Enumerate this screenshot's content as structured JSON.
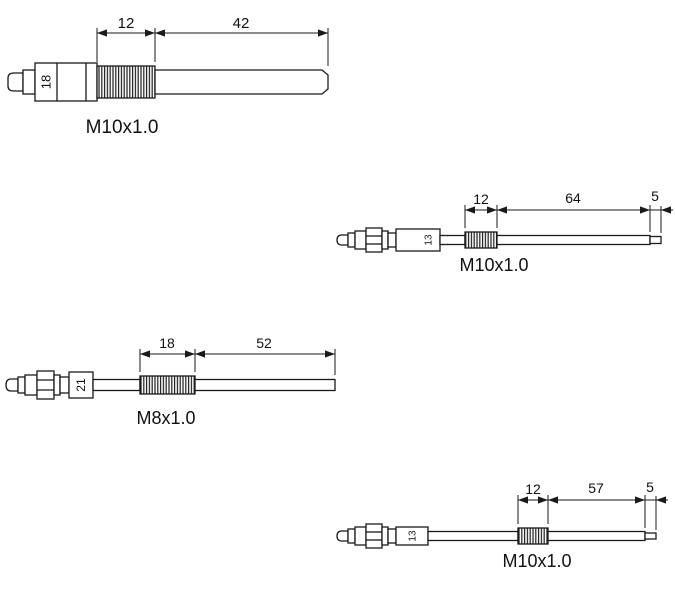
{
  "sheet": {
    "background": "#ffffff",
    "line_color": "#1a1a1a"
  },
  "drawings": [
    {
      "thread_label": "M10x1.0",
      "body_size": "18",
      "dims": {
        "d1": "12",
        "d2": "42"
      }
    },
    {
      "thread_label": "M10x1.0",
      "body_size": "13",
      "dims": {
        "d1": "12",
        "d2": "64",
        "d3": "5"
      }
    },
    {
      "thread_label": "M8x1.0",
      "body_size": "21",
      "dims": {
        "d1": "18",
        "d2": "52"
      }
    },
    {
      "thread_label": "M10x1.0",
      "body_size": "13",
      "dims": {
        "d1": "12",
        "d2": "57",
        "d3": "5"
      }
    }
  ]
}
